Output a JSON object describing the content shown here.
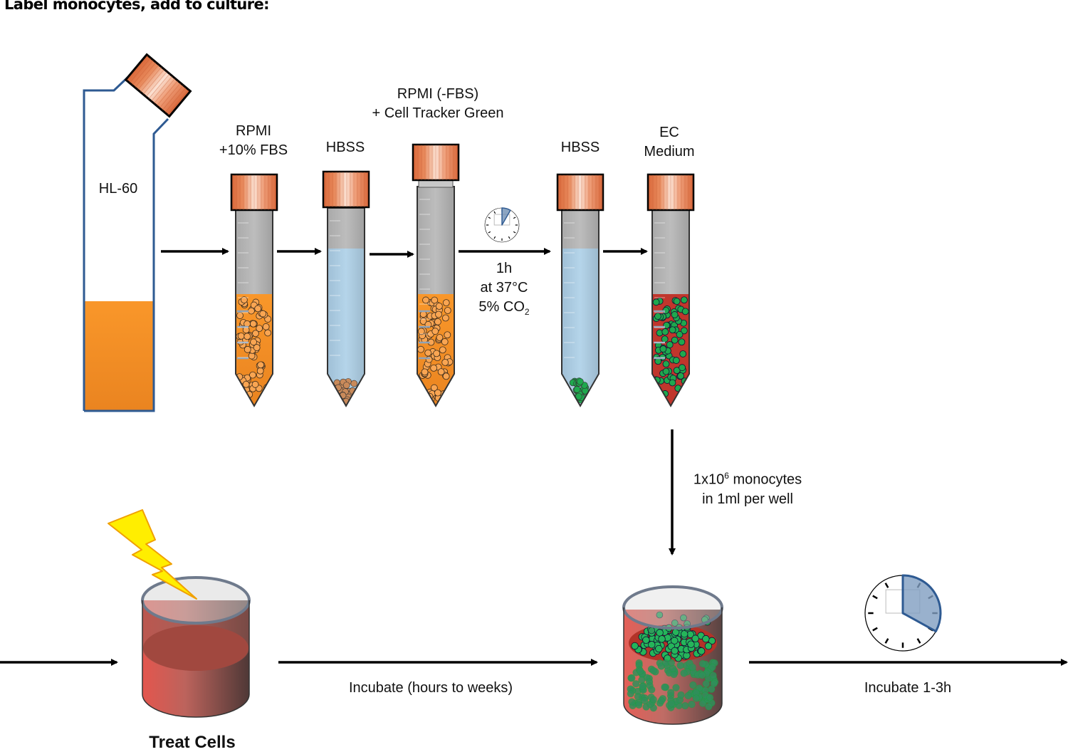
{
  "title": "Label monocytes, add to culture:",
  "flask": {
    "label": "HL-60"
  },
  "tubes": [
    {
      "label_line1": "RPMI",
      "label_line2": "+10% FBS",
      "contents": "orange medium with cells"
    },
    {
      "label_line1": "HBSS",
      "label_line2": "",
      "contents": "blue buffer with pelleted cells"
    },
    {
      "label_line1": "RPMI (-FBS)",
      "label_line2": "+ Cell Tracker Green",
      "contents": "orange medium with cells"
    },
    {
      "label_line1": "HBSS",
      "label_line2": "",
      "contents": "blue buffer with green pelleted cells"
    },
    {
      "label_line1": "EC",
      "label_line2": "Medium",
      "contents": "red medium with green cells"
    }
  ],
  "incubation_step": {
    "line1": "1h",
    "line2": "at 37°C",
    "line3_prefix": "5% CO",
    "line3_sub": "2",
    "clock_fraction": 0.083
  },
  "transfer_step": {
    "line1_prefix": "1x10",
    "line1_sup": "6",
    "line1_suffix": " monocytes",
    "line2": "in 1ml  per well"
  },
  "bottom_row": {
    "treat_label": "Treat Cells",
    "incubate_long": "Incubate (hours to weeks)",
    "incubate_short": "Incubate 1-3h",
    "final_clock_fraction": 0.33
  },
  "colors": {
    "orange_medium": "#f7901e",
    "blue_buffer": "#a9cfe6",
    "red_medium": "#c0362c",
    "green_cell": "#1fa84e",
    "cap_orange": "#e07a45",
    "flask_outline": "#2e5a92",
    "clock_fill": "#6f8fb3"
  }
}
